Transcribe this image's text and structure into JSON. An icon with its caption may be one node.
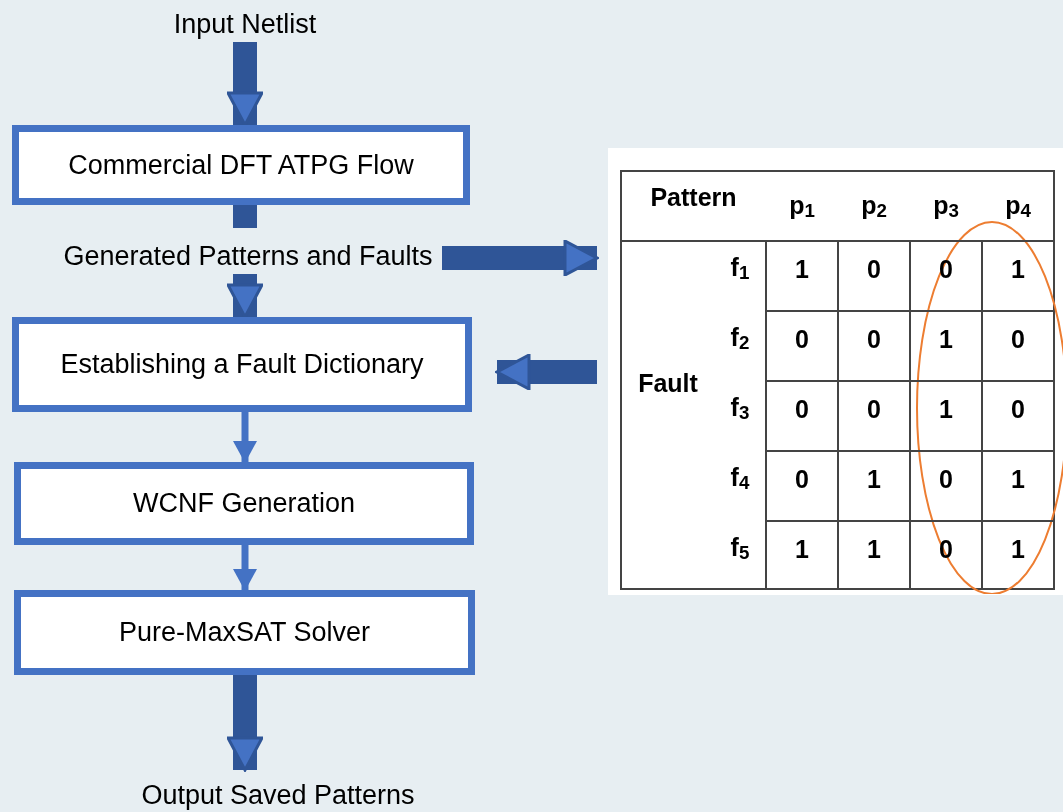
{
  "diagram": {
    "nodes": [
      {
        "text": [
          "Input Netlist"
        ]
      },
      {
        "text": [
          "Commercial DFT ATPG Flow"
        ]
      },
      {
        "text": [
          "Generated Patterns and Faults"
        ]
      },
      {
        "text": [
          "Establishing a Fault Dictionary"
        ]
      },
      {
        "text": [
          "WCNF Generation"
        ]
      },
      {
        "text": [
          "Pure-MaxSAT Solver"
        ]
      },
      {
        "text": [
          "Output Saved Patterns"
        ]
      },
      {
        "text": [],
        "shape": "box"
      }
    ],
    "edges": [
      {
        "from": 0,
        "to": 1,
        "arrow": "to"
      },
      {
        "from": 1,
        "to": 2,
        "arrow": "none"
      },
      {
        "from": 2,
        "to": 3,
        "arrow": "to"
      },
      {
        "from": 2,
        "to": 7,
        "arrow": "to"
      },
      {
        "from": 7,
        "to": 3,
        "arrow": "to"
      },
      {
        "from": 3,
        "to": 4,
        "arrow": "to",
        "color": "#4472c4"
      },
      {
        "from": 4,
        "to": 5,
        "arrow": "to",
        "color": "#4472c4"
      },
      {
        "from": 5,
        "to": 6,
        "arrow": "to"
      }
    ],
    "labels": [
      "Pattern",
      "p$_{1}$",
      "p$_{2}$",
      "p$_{3}$",
      "p$_{4}$",
      "Fault",
      "f$_{1}$",
      "1",
      "0",
      "0",
      "1",
      "f$_{2}$",
      "0",
      "0",
      "1",
      "0",
      "f$_{3}$",
      "0",
      "0",
      "1",
      "0",
      "f$_{4}$",
      "0",
      "1",
      "0",
      "1",
      "f$_{5}$",
      "1",
      "1",
      "0",
      "1"
    ]
  }
}
